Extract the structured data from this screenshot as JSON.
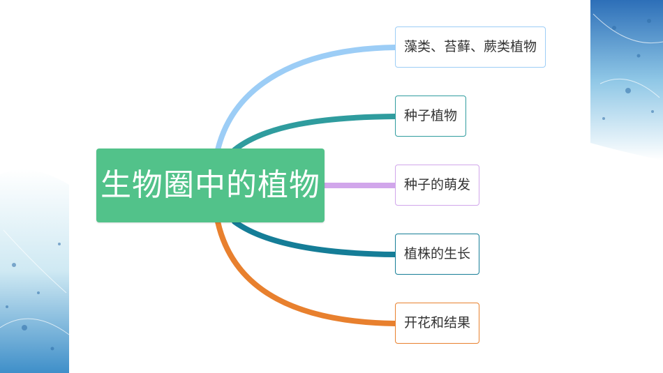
{
  "mindmap": {
    "root": {
      "label": "生物圈中的植物",
      "color": "#52c28a"
    },
    "branches": [
      {
        "label": "藻类、苔藓、蕨类植物",
        "color": "#9ccdf6"
      },
      {
        "label": "种子植物",
        "color": "#2f9c9e"
      },
      {
        "label": "种子的萌发",
        "color": "#d1a6eb"
      },
      {
        "label": "植株的生长",
        "color": "#157d97"
      },
      {
        "label": "开花和结果",
        "color": "#e8802e"
      }
    ]
  }
}
